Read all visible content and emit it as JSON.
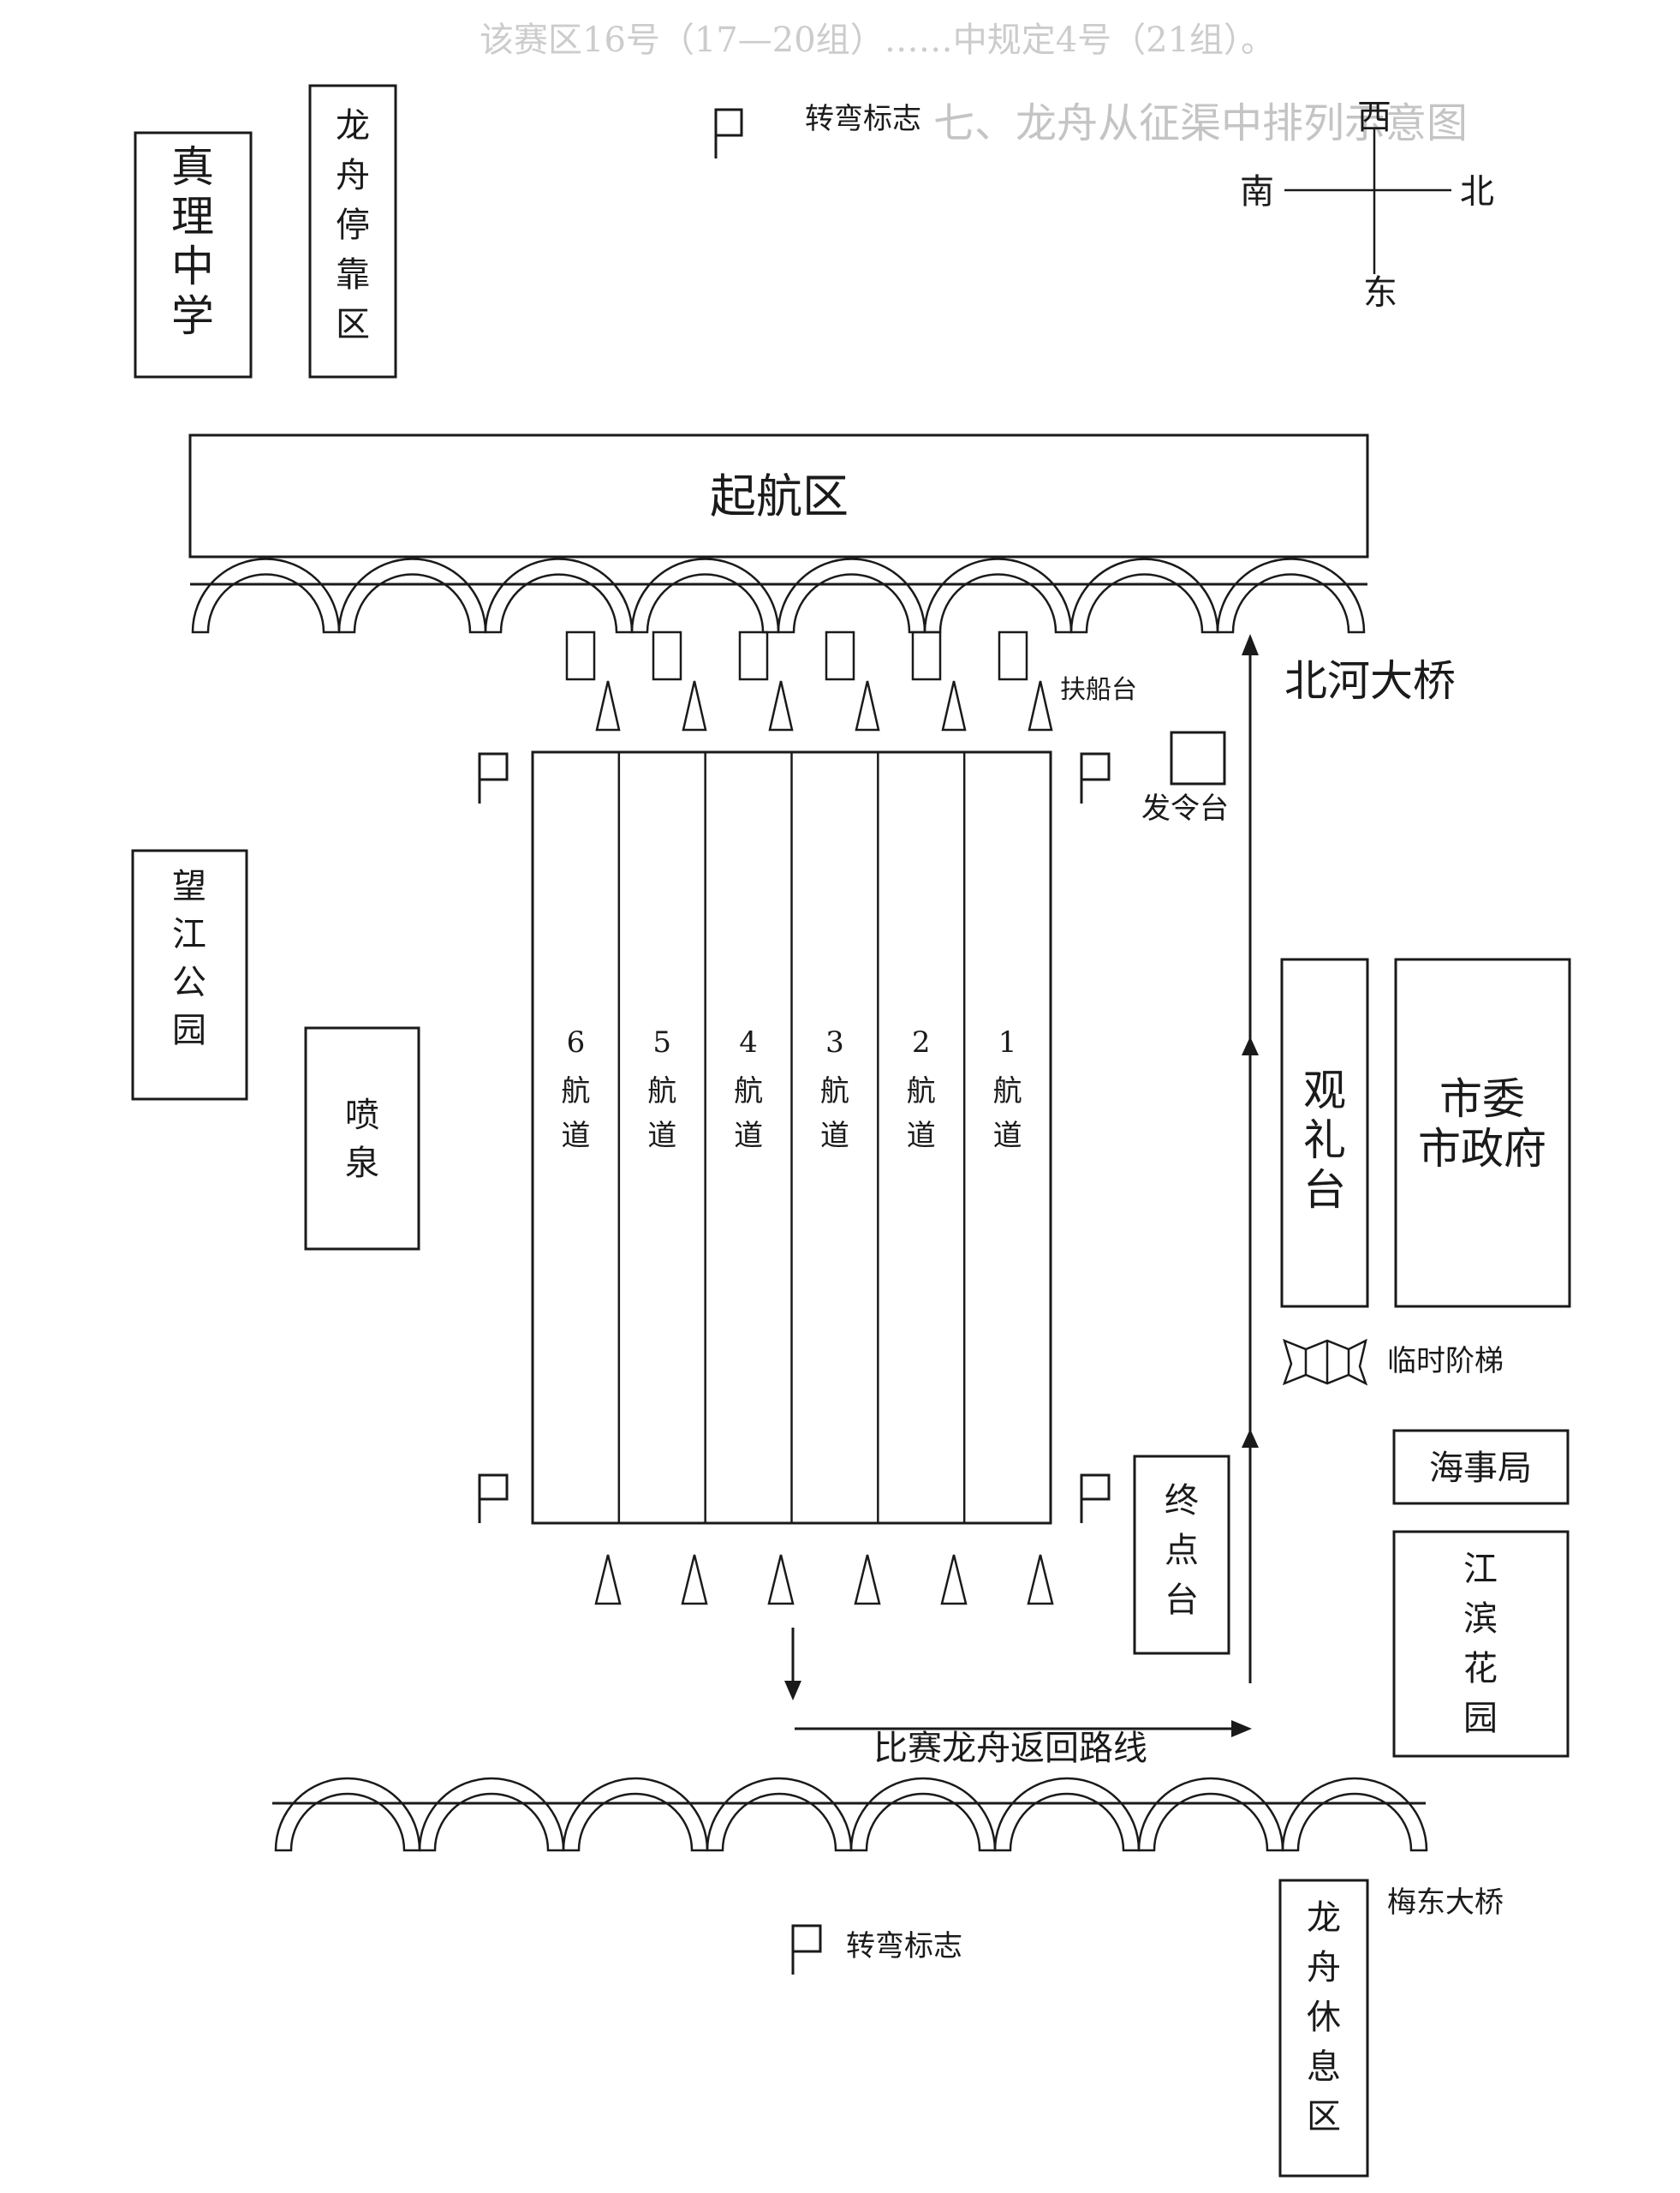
{
  "header": {
    "scan_text": "该赛区16号（17—20组）……中规定4号（21组）。",
    "heading": "七、龙舟从征渠中排列示意图"
  },
  "compass": {
    "west": "西",
    "south": "南",
    "north": "北",
    "east": "东"
  },
  "labels": {
    "turn_marker_top": "转弯标志",
    "turn_marker_bottom": "转弯标志",
    "start_zone": "起航区",
    "zhenli_school": "真理中学",
    "dragon_boat_parking": "龙舟停靠区",
    "wangjiang_park": "望江公园",
    "fountain": "喷泉",
    "boat_holding_platform": "扶船台",
    "north_river_bridge": "北河大桥",
    "signal_platform": "发令台",
    "reviewing_stand": "观礼台",
    "city_government": [
      "市委",
      "市政府"
    ],
    "temporary_stairs": "临时阶梯",
    "maritime_bureau": "海事局",
    "jiangbin_garden": "江滨花园",
    "finish_platform": "终点台",
    "return_route": "比赛龙舟返回路线",
    "meidong_bridge": "梅东大桥",
    "dragon_boat_rest_area": "龙舟休息区"
  },
  "lanes": [
    {
      "number": "6",
      "name": "航道"
    },
    {
      "number": "5",
      "name": "航道"
    },
    {
      "number": "4",
      "name": "航道"
    },
    {
      "number": "3",
      "name": "航道"
    },
    {
      "number": "2",
      "name": "航道"
    },
    {
      "number": "1",
      "name": "航道"
    }
  ],
  "colors": {
    "ink": "#1a1a1a",
    "paper": "#ffffff"
  }
}
